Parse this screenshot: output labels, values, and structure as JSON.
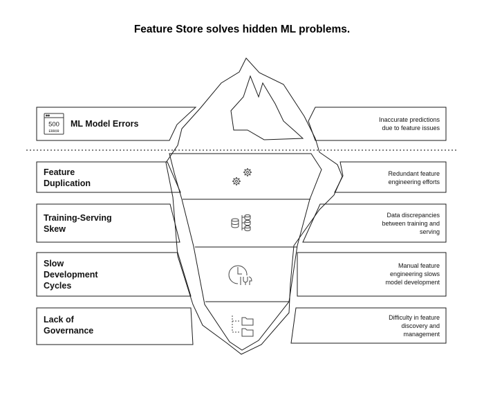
{
  "title": "Feature Store solves hidden ML problems.",
  "icon_text": {
    "code": "500",
    "label": "ERROR"
  },
  "problems": [
    {
      "label": "ML Model Errors",
      "description": "Inaccurate predictions\ndue to feature issues",
      "icon": "error-500-icon"
    },
    {
      "label": "Feature\nDuplication",
      "description": "Redundant feature\nengineering efforts",
      "icon": "gears-icon"
    },
    {
      "label": "Training-Serving\nSkew",
      "description": "Data discrepancies\nbetween training and\nserving",
      "icon": "databases-icon"
    },
    {
      "label": "Slow\nDevelopment\nCycles",
      "description": "Manual feature\nengineering slows\nmodel development",
      "icon": "clock-tools-icon"
    },
    {
      "label": "Lack of\nGovernance",
      "description": "Difficulty in feature\ndiscovery and\nmanagement",
      "icon": "folder-tree-icon"
    }
  ]
}
